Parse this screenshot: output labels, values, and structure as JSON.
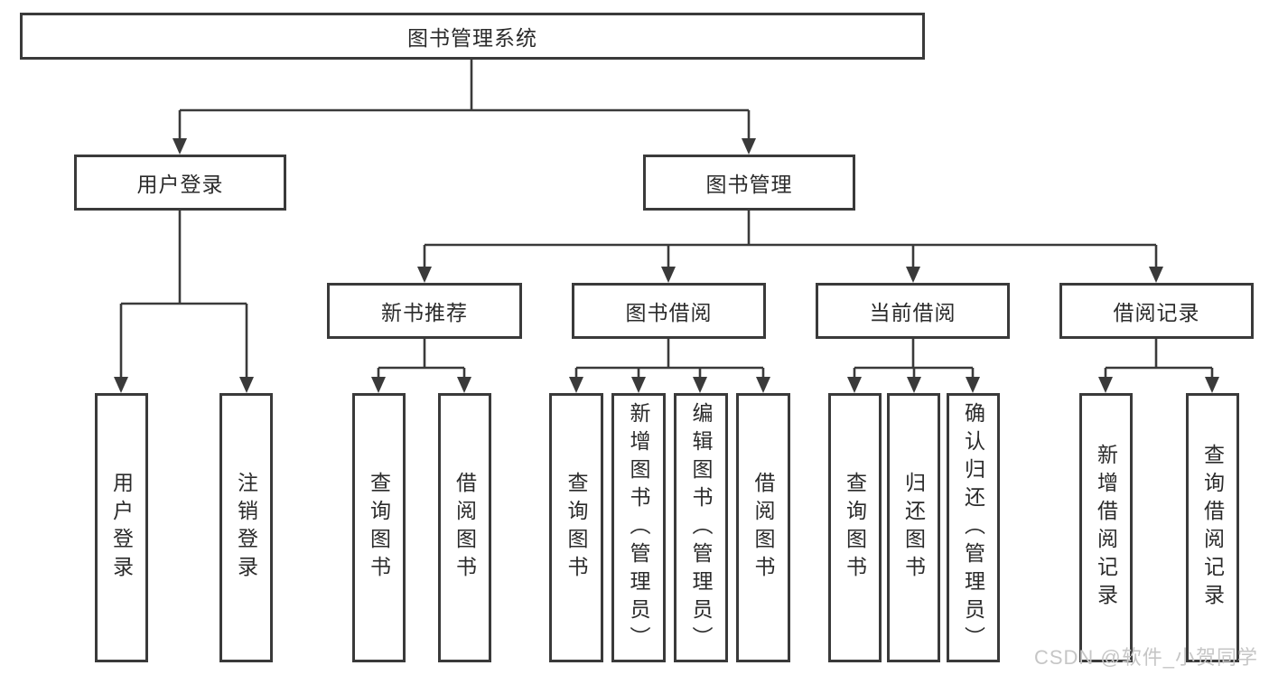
{
  "tree": {
    "root": "图书管理系统",
    "branches": [
      {
        "label": "用户登录",
        "children": [
          "用户登录",
          "注销登录"
        ]
      },
      {
        "label": "图书管理",
        "sections": [
          {
            "label": "新书推荐",
            "children": [
              "查询图书",
              "借阅图书"
            ]
          },
          {
            "label": "图书借阅",
            "children": [
              "查询图书",
              "新增图书（管理员）",
              "编辑图书（管理员）",
              "借阅图书"
            ]
          },
          {
            "label": "当前借阅",
            "children": [
              "查询图书",
              "归还图书",
              "确认归还（管理员）"
            ]
          },
          {
            "label": "借阅记录",
            "children": [
              "新增借阅记录",
              "查询借阅记录"
            ]
          }
        ]
      }
    ]
  },
  "watermark": {
    "text": "CSDN @软件_小贺同学",
    "color": "#c6c6c6"
  },
  "colors": {
    "line": "#3a3a3a",
    "box_background": "#ffffff",
    "text": "#2b2b2b",
    "background": "#ffffff"
  }
}
